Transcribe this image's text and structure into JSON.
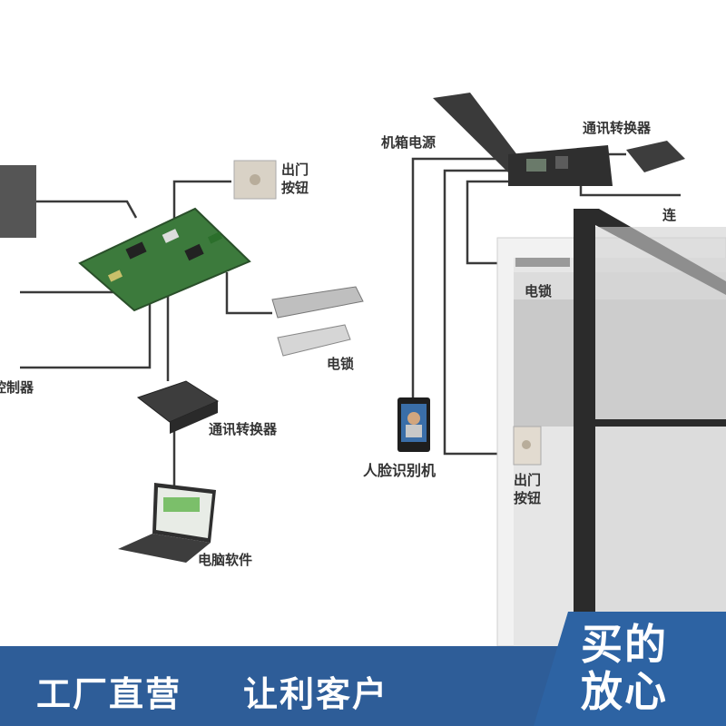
{
  "labels": {
    "exit_button_left_line1": "出门",
    "exit_button_left_line2": "按钮",
    "electric_lock_left": "电锁",
    "controller": "控制器",
    "comm_converter_left": "通讯转换器",
    "computer_software": "电脑软件",
    "chassis_power": "机箱电源",
    "comm_converter_right": "通讯转换器",
    "connector_partial": "连",
    "electric_lock_right": "电锁",
    "face_recognition": "人脸识别机",
    "exit_button_right_line1": "出门",
    "exit_button_right_line2": "按钮"
  },
  "banner": {
    "slogan_part1": "工厂直营",
    "slogan_part2": "让利客户",
    "badge_line1": "买的",
    "badge_line2": "放心"
  },
  "colors": {
    "banner_blue": "#2e5d98",
    "badge_blue": "#2d63a3",
    "wire": "#3a3a3a",
    "door_frame": "#2b2b2b"
  }
}
